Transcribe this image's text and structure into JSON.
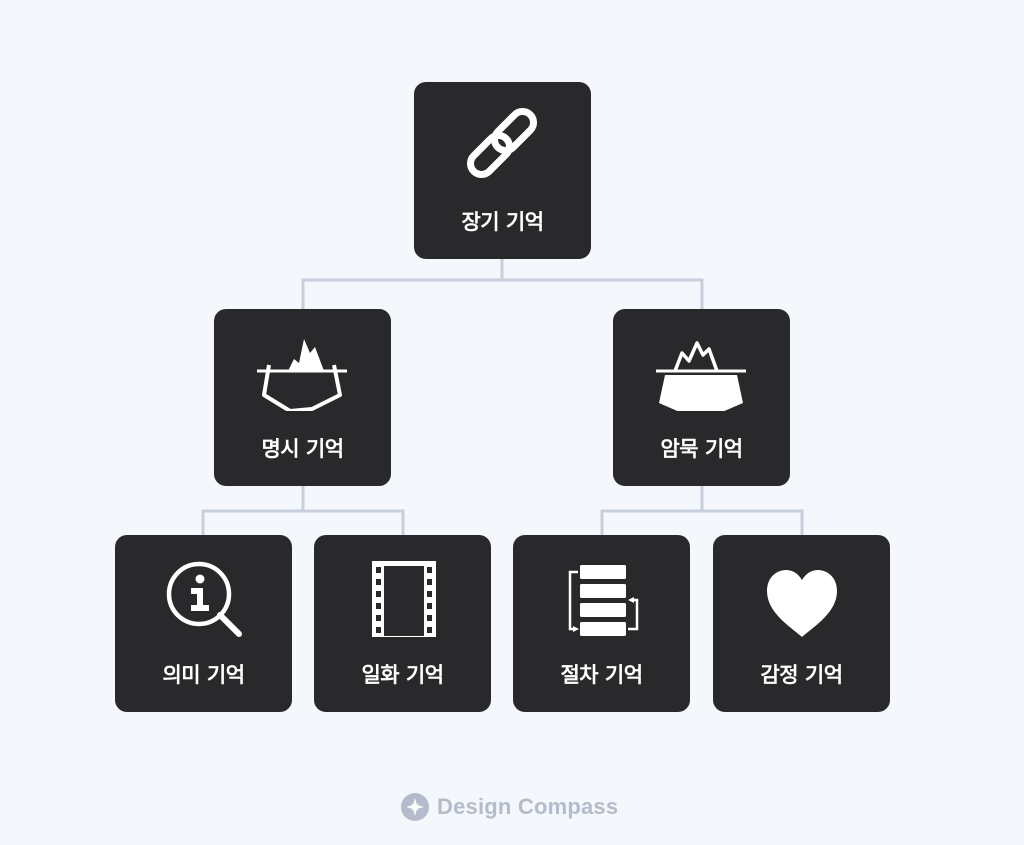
{
  "tree": {
    "root": {
      "label": "장기 기억",
      "icon": "link-chain-icon"
    },
    "branches": [
      {
        "label": "명시 기억",
        "icon": "iceberg-outline-icon",
        "children": [
          {
            "label": "의미 기억",
            "icon": "info-magnifier-icon"
          },
          {
            "label": "일화 기억",
            "icon": "film-strip-icon"
          }
        ]
      },
      {
        "label": "암묵 기억",
        "icon": "iceberg-filled-icon",
        "children": [
          {
            "label": "절차 기억",
            "icon": "process-steps-icon"
          },
          {
            "label": "감정 기억",
            "icon": "heart-icon"
          }
        ]
      }
    ]
  },
  "brand": {
    "name": "Design Compass",
    "icon": "compass-star-icon"
  },
  "colors": {
    "background": "#f4f7fb",
    "node": "#29282b",
    "node_text": "#ffffff",
    "connector": "#c7cfdc",
    "brand": "#b4bccb"
  }
}
